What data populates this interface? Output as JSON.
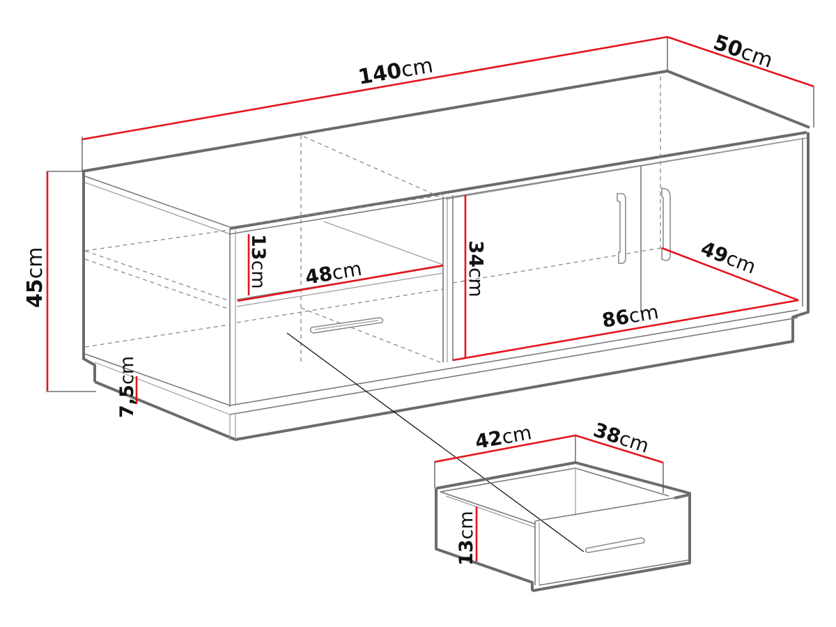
{
  "diagram": {
    "subject": "TV cabinet with open shelf, drawer and two-door compartment",
    "dimension_color": "#e3141b",
    "outline_color": "#6b6b6b",
    "unit": "cm",
    "dimensions": {
      "width": {
        "value": "140",
        "unit": "cm"
      },
      "depth": {
        "value": "50",
        "unit": "cm"
      },
      "height": {
        "value": "45",
        "unit": "cm"
      },
      "plinth": {
        "value": "7,5",
        "unit": "cm"
      },
      "shelf_height": {
        "value": "13",
        "unit": "cm"
      },
      "shelf_width": {
        "value": "48",
        "unit": "cm"
      },
      "compartment_height": {
        "value": "34",
        "unit": "cm"
      },
      "compartment_width": {
        "value": "86",
        "unit": "cm"
      },
      "compartment_depth": {
        "value": "49",
        "unit": "cm"
      }
    },
    "drawer": {
      "width": {
        "value": "42",
        "unit": "cm"
      },
      "depth": {
        "value": "38",
        "unit": "cm"
      },
      "height": {
        "value": "13",
        "unit": "cm"
      }
    }
  }
}
